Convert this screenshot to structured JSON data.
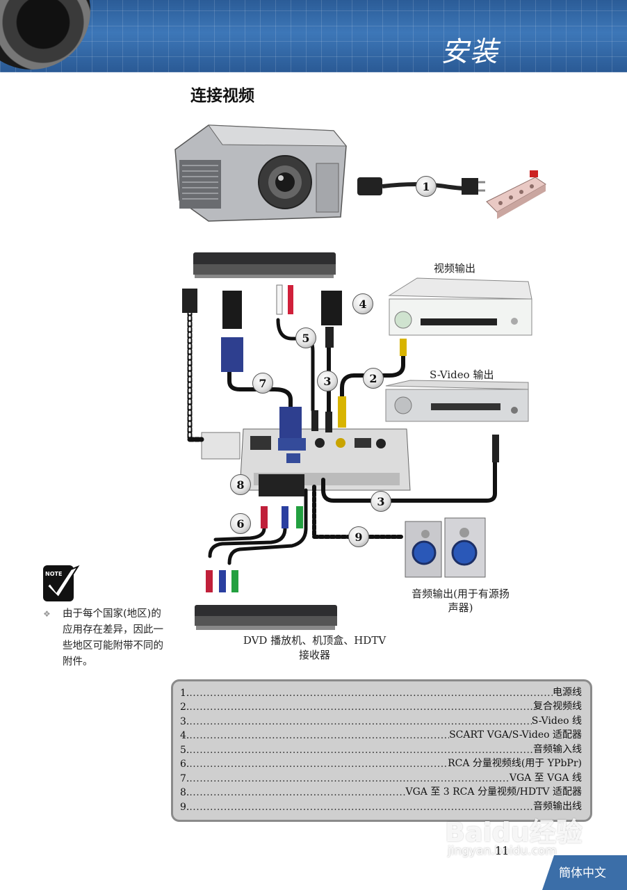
{
  "header": {
    "title": "安装"
  },
  "section_title": "连接视频",
  "diagram": {
    "labels": {
      "video_out": "视频输出",
      "svideo_out": "S-Video 输出",
      "audio_out": "音频输出(用于有源扬声器)",
      "audio_out_line1": "音频输出(用于有源扬",
      "audio_out_line2": "声器)",
      "dvd_line1": "DVD 播放机、机顶盒、HDTV",
      "dvd_line2": "接收器"
    },
    "badges": [
      "1",
      "2",
      "3",
      "3",
      "4",
      "5",
      "6",
      "7",
      "8",
      "9"
    ]
  },
  "note": {
    "icon_label": "NOTE",
    "text": "由于每个国家(地区)的应用存在差异，因此一些地区可能附带不同的附件。"
  },
  "legend": {
    "items": [
      {
        "num": "1.",
        "label": "电源线"
      },
      {
        "num": "2.",
        "label": "复合视频线"
      },
      {
        "num": "3.",
        "label": "S-Video 线"
      },
      {
        "num": "4.",
        "label": "SCART VGA/S-Video 适配器"
      },
      {
        "num": "5.",
        "label": "音频输入线"
      },
      {
        "num": "6.",
        "label": "RCA 分量视频线(用于 YPbPr)"
      },
      {
        "num": "7.",
        "label": "VGA 至 VGA 线"
      },
      {
        "num": "8.",
        "label": " VGA 至 3 RCA 分量视频/HDTV 适配器"
      },
      {
        "num": "9.",
        "label": "音频输出线"
      }
    ]
  },
  "footer": {
    "page_number": "11",
    "language": "簡体中文",
    "watermark": "Baidu经验",
    "watermark_sub": "jingyan.baidu.com"
  }
}
